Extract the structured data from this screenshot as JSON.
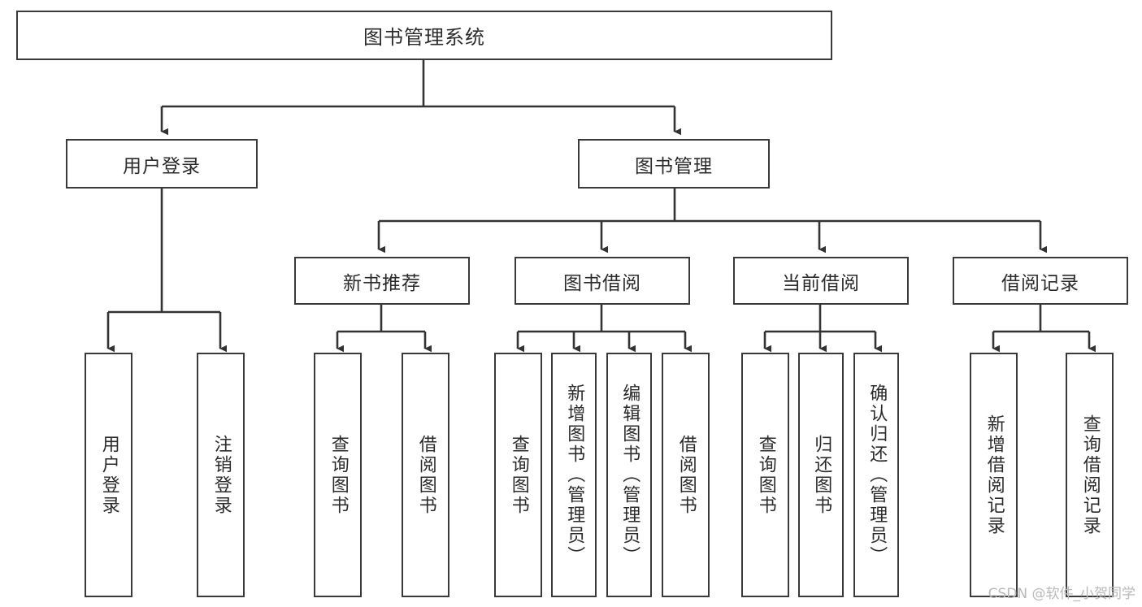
{
  "diagram": {
    "title": "图书管理系统",
    "type": "tree-hierarchy-chart",
    "watermark": "CSDN @软件_小贺同学",
    "colors": {
      "box_border": "#3a3a3a",
      "box_fill": "#ffffff",
      "connector": "#333333",
      "text": "#2b2b2b",
      "watermark": "#b9b9b9"
    },
    "levels": {
      "level1_label": "图书管理系统",
      "level2": [
        "用户登录",
        "图书管理"
      ],
      "level3": [
        "新书推荐",
        "图书借阅",
        "当前借阅",
        "借阅记录"
      ]
    },
    "nodes": {
      "root": {
        "label": "图书管理系统"
      },
      "user_login": {
        "label": "用户登录"
      },
      "book_manage": {
        "label": "图书管理"
      },
      "new_book_rec": {
        "label": "新书推荐"
      },
      "book_borrow": {
        "label": "图书借阅"
      },
      "current_borrow": {
        "label": "当前借阅"
      },
      "borrow_record": {
        "label": "借阅记录"
      }
    },
    "leaves": {
      "user_login": [
        {
          "label": "用户登录"
        },
        {
          "label": "注销登录"
        }
      ],
      "new_book_rec": [
        {
          "label": "查询图书"
        },
        {
          "label": "借阅图书"
        }
      ],
      "book_borrow": [
        {
          "label": "查询图书"
        },
        {
          "label": "新增图书（管理员）"
        },
        {
          "label": "编辑图书（管理员）"
        },
        {
          "label": "借阅图书"
        }
      ],
      "current_borrow": [
        {
          "label": "查询图书"
        },
        {
          "label": "归还图书"
        },
        {
          "label": "确认归还（管理员）"
        }
      ],
      "borrow_record": [
        {
          "label": "新增借阅记录"
        },
        {
          "label": "查询借阅记录"
        }
      ]
    }
  }
}
